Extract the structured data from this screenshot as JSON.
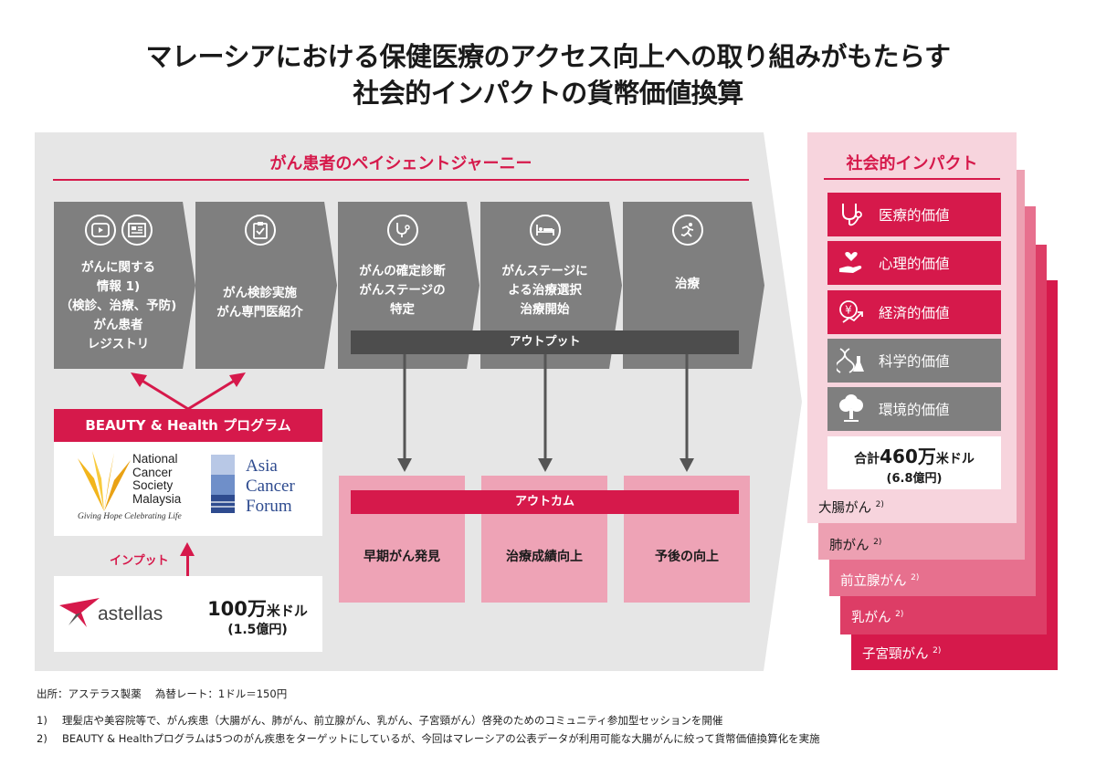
{
  "title": {
    "line1": "マレーシアにおける保健医療のアクセス向上への取り組みがもたらす",
    "line2": "社会的インパクトの貨幣価値換算"
  },
  "journey": {
    "title": "がん患者のペイシェントジャーニー",
    "steps": [
      {
        "label": "がんに関する\n情報 1)\n（検診、治療、予防)\nがん患者\nレジストリ",
        "icons": [
          "video-icon",
          "newspaper-icon"
        ]
      },
      {
        "label": "がん検診実施\nがん専門医紹介",
        "icons": [
          "clipboard-icon"
        ]
      },
      {
        "label": "がんの確定診断\nがんステージの\n特定",
        "icons": [
          "stethoscope-icon"
        ]
      },
      {
        "label": "がんステージに\nよる治療選択\n治療開始",
        "icons": [
          "hospital-bed-icon"
        ]
      },
      {
        "label": "治療",
        "icons": [
          "running-person-icon"
        ]
      }
    ],
    "output_label": "アウトプット",
    "outcome_label": "アウトカム",
    "outcomes": [
      "早期がん発見",
      "治療成績向上",
      "予後の向上"
    ]
  },
  "program": {
    "title": "BEAUTY & Health プログラム",
    "ncsm_lines": [
      "National",
      "Cancer",
      "Society",
      "Malaysia"
    ],
    "ncsm_tagline": "Giving Hope Celebrating Life",
    "acf_lines": [
      "Asia",
      "Cancer",
      "Forum"
    ],
    "input_label": "インプット",
    "funder_logo": "astellas",
    "funding_amount": "100万",
    "funding_unit": "米ドル",
    "funding_sub": "(1.5億円)"
  },
  "impact": {
    "title": "社会的インパクト",
    "values": [
      {
        "label": "医療的価値",
        "icon": "stethoscope-icon",
        "color": "#d6194b"
      },
      {
        "label": "心理的価値",
        "icon": "hand-heart-icon",
        "color": "#d6194b"
      },
      {
        "label": "経済的価値",
        "icon": "yen-growth-icon",
        "color": "#d6194b"
      },
      {
        "label": "科学的価値",
        "icon": "dna-flask-icon",
        "color": "#7f7f7f"
      },
      {
        "label": "環境的価値",
        "icon": "tree-icon",
        "color": "#7f7f7f"
      }
    ],
    "total_prefix": "合計",
    "total_amount": "460万",
    "total_unit": "米ドル",
    "total_sub": "(6.8億円)",
    "cancers": [
      "大腸がん",
      "肺がん",
      "前立腺がん",
      "乳がん",
      "子宮頸がん"
    ],
    "cancer_note": "2)",
    "colors": {
      "accent": "#d6194b",
      "pale": "#f7d4dd"
    }
  },
  "footer": {
    "source": "出所：アステラス製薬　 為替レート：1ドル＝150円",
    "notes": [
      {
        "num": "1)",
        "text": "理髪店や美容院等で、がん疾患（大腸がん、肺がん、前立腺がん、乳がん、子宮頸がん）啓発のためのコミュニティ参加型セッションを開催"
      },
      {
        "num": "2)",
        "text": "BEAUTY & Healthプログラムは5つのがん疾患をターゲットにしているが、今回はマレーシアの公表データが利用可能な大腸がんに絞って貨幣価値換算化を実施"
      }
    ]
  }
}
